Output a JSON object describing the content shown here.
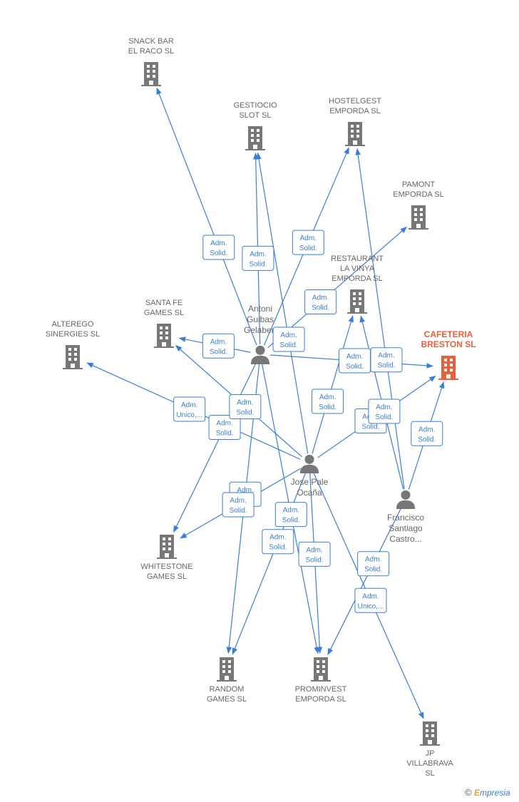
{
  "colors": {
    "edge": "#3a7fd5",
    "building": "#777777",
    "focus": "#e8603c",
    "person": "#777777",
    "label": "#666666"
  },
  "companies": [
    {
      "id": "snack",
      "lines": [
        "SNACK BAR",
        "EL RACO SL"
      ],
      "icon": "building-icon"
    },
    {
      "id": "gestiocio",
      "lines": [
        "GESTIOCIO",
        "SLOT  SL"
      ],
      "icon": "building-icon"
    },
    {
      "id": "hostelgest",
      "lines": [
        "HOSTELGEST",
        "EMPORDA SL"
      ],
      "icon": "building-icon"
    },
    {
      "id": "pamont",
      "lines": [
        "PAMONT",
        "EMPORDA SL"
      ],
      "icon": "building-icon"
    },
    {
      "id": "restaurant",
      "lines": [
        "RESTAURANT",
        "LA VINYA",
        "EMPORDA  SL"
      ],
      "icon": "building-icon"
    },
    {
      "id": "cafeteria",
      "lines": [
        "CAFETERIA",
        "BRESTON  SL"
      ],
      "icon": "building-icon",
      "focus": true
    },
    {
      "id": "santafe",
      "lines": [
        "SANTA FE",
        "GAMES  SL"
      ],
      "icon": "building-icon"
    },
    {
      "id": "alterego",
      "lines": [
        "ALTEREGO",
        "SINERGIES  SL"
      ],
      "icon": "building-icon"
    },
    {
      "id": "whitestone",
      "lines": [
        "WHITESTONE",
        "GAMES  SL"
      ],
      "icon": "building-icon"
    },
    {
      "id": "random",
      "lines": [
        "RANDOM",
        "GAMES  SL"
      ],
      "icon": "building-icon"
    },
    {
      "id": "prominvest",
      "lines": [
        "PROMINVEST",
        "EMPORDA  SL"
      ],
      "icon": "building-icon"
    },
    {
      "id": "jpvillabrava",
      "lines": [
        "JP",
        "VILLABRAVA",
        "SL"
      ],
      "icon": "building-icon"
    }
  ],
  "people": [
    {
      "id": "antoni",
      "lines": [
        "Antoni",
        "Guibas",
        "Gelabert"
      ],
      "icon": "person-icon"
    },
    {
      "id": "jose",
      "lines": [
        "Jose Pale",
        "Ocaña"
      ],
      "icon": "person-icon"
    },
    {
      "id": "francisco",
      "lines": [
        "Francisco",
        "Santiago",
        "Castro..."
      ],
      "icon": "person-icon"
    }
  ],
  "edges": [
    {
      "from": "antoni",
      "to": "snack",
      "role": [
        "Adm.",
        "Solid."
      ]
    },
    {
      "from": "antoni",
      "to": "gestiocio",
      "role": [
        "Adm.",
        "Solid."
      ]
    },
    {
      "from": "antoni",
      "to": "hostelgest",
      "role": [
        "Adm.",
        "Solid."
      ]
    },
    {
      "from": "antoni",
      "to": "pamont",
      "role": [
        "Adm.",
        "Solid."
      ]
    },
    {
      "from": "antoni",
      "to": "santafe",
      "role": [
        "Adm.",
        "Solid."
      ]
    },
    {
      "from": "antoni",
      "to": "cafeteria",
      "role": [
        "Adm.",
        "Solid."
      ]
    },
    {
      "from": "antoni",
      "to": "whitestone",
      "role": [
        "Adm.",
        "Solid."
      ]
    },
    {
      "from": "antoni",
      "to": "random",
      "role": [
        "Adm.",
        "Solid."
      ]
    },
    {
      "from": "antoni",
      "to": "prominvest",
      "role": [
        "Adm.",
        "Solid."
      ]
    },
    {
      "from": "jose",
      "to": "gestiocio",
      "role": [
        "Adm.",
        "Solid."
      ]
    },
    {
      "from": "jose",
      "to": "santafe",
      "role": [
        "Adm.",
        "Solid."
      ]
    },
    {
      "from": "jose",
      "to": "alterego",
      "role": [
        "Adm.",
        "Unico,..."
      ]
    },
    {
      "from": "jose",
      "to": "restaurant",
      "role": [
        "Adm.",
        "Solid."
      ]
    },
    {
      "from": "jose",
      "to": "cafeteria",
      "role": [
        "Adm.",
        "Solid."
      ]
    },
    {
      "from": "jose",
      "to": "whitestone",
      "role": [
        "Adm.",
        "Solid."
      ]
    },
    {
      "from": "jose",
      "to": "random",
      "role": [
        "Adm.",
        "Solid."
      ]
    },
    {
      "from": "jose",
      "to": "prominvest",
      "role": [
        "Adm.",
        "Solid."
      ]
    },
    {
      "from": "jose",
      "to": "jpvillabrava",
      "role": [
        "Adm.",
        "Unico,..."
      ]
    },
    {
      "from": "francisco",
      "to": "hostelgest",
      "role": [
        "Adm.",
        "Solid."
      ]
    },
    {
      "from": "francisco",
      "to": "restaurant",
      "role": [
        "Adm.",
        "Solid."
      ]
    },
    {
      "from": "francisco",
      "to": "cafeteria",
      "role": [
        "Adm.",
        "Solid."
      ]
    },
    {
      "from": "francisco",
      "to": "prominvest",
      "role": [
        "Adm.",
        "Solid."
      ]
    }
  ],
  "brand": {
    "copyright": "©",
    "initial": "E",
    "rest": "mpresia"
  }
}
